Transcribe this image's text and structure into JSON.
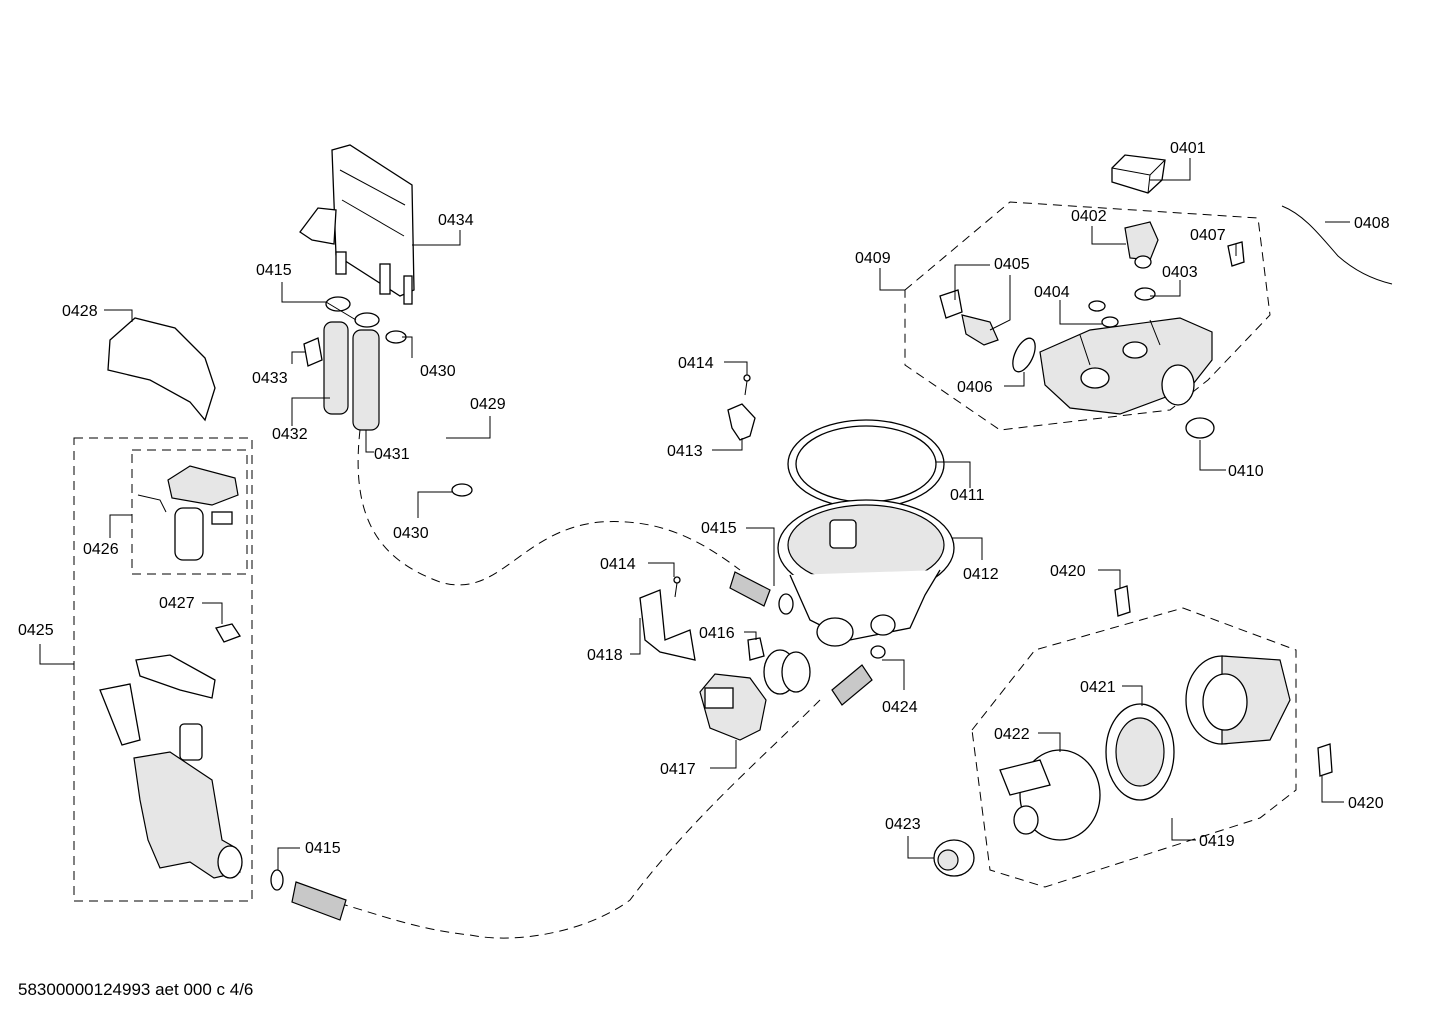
{
  "diagram": {
    "labels": {
      "p0401": "0401",
      "p0402": "0402",
      "p0403": "0403",
      "p0404": "0404",
      "p0405": "0405",
      "p0406": "0406",
      "p0407": "0407",
      "p0408": "0408",
      "p0409": "0409",
      "p0410": "0410",
      "p0411": "0411",
      "p0412": "0412",
      "p0413": "0413",
      "p0414": "0414",
      "p0415": "0415",
      "p0416": "0416",
      "p0417": "0417",
      "p0418": "0418",
      "p0419": "0419",
      "p0420": "0420",
      "p0421": "0421",
      "p0422": "0422",
      "p0423": "0423",
      "p0424": "0424",
      "p0425": "0425",
      "p0426": "0426",
      "p0427": "0427",
      "p0428": "0428",
      "p0429": "0429",
      "p0430": "0430",
      "p0431": "0431",
      "p0432": "0432",
      "p0433": "0433",
      "p0434": "0434"
    },
    "footer": "58300000124993 aet 000 c 4/6"
  }
}
